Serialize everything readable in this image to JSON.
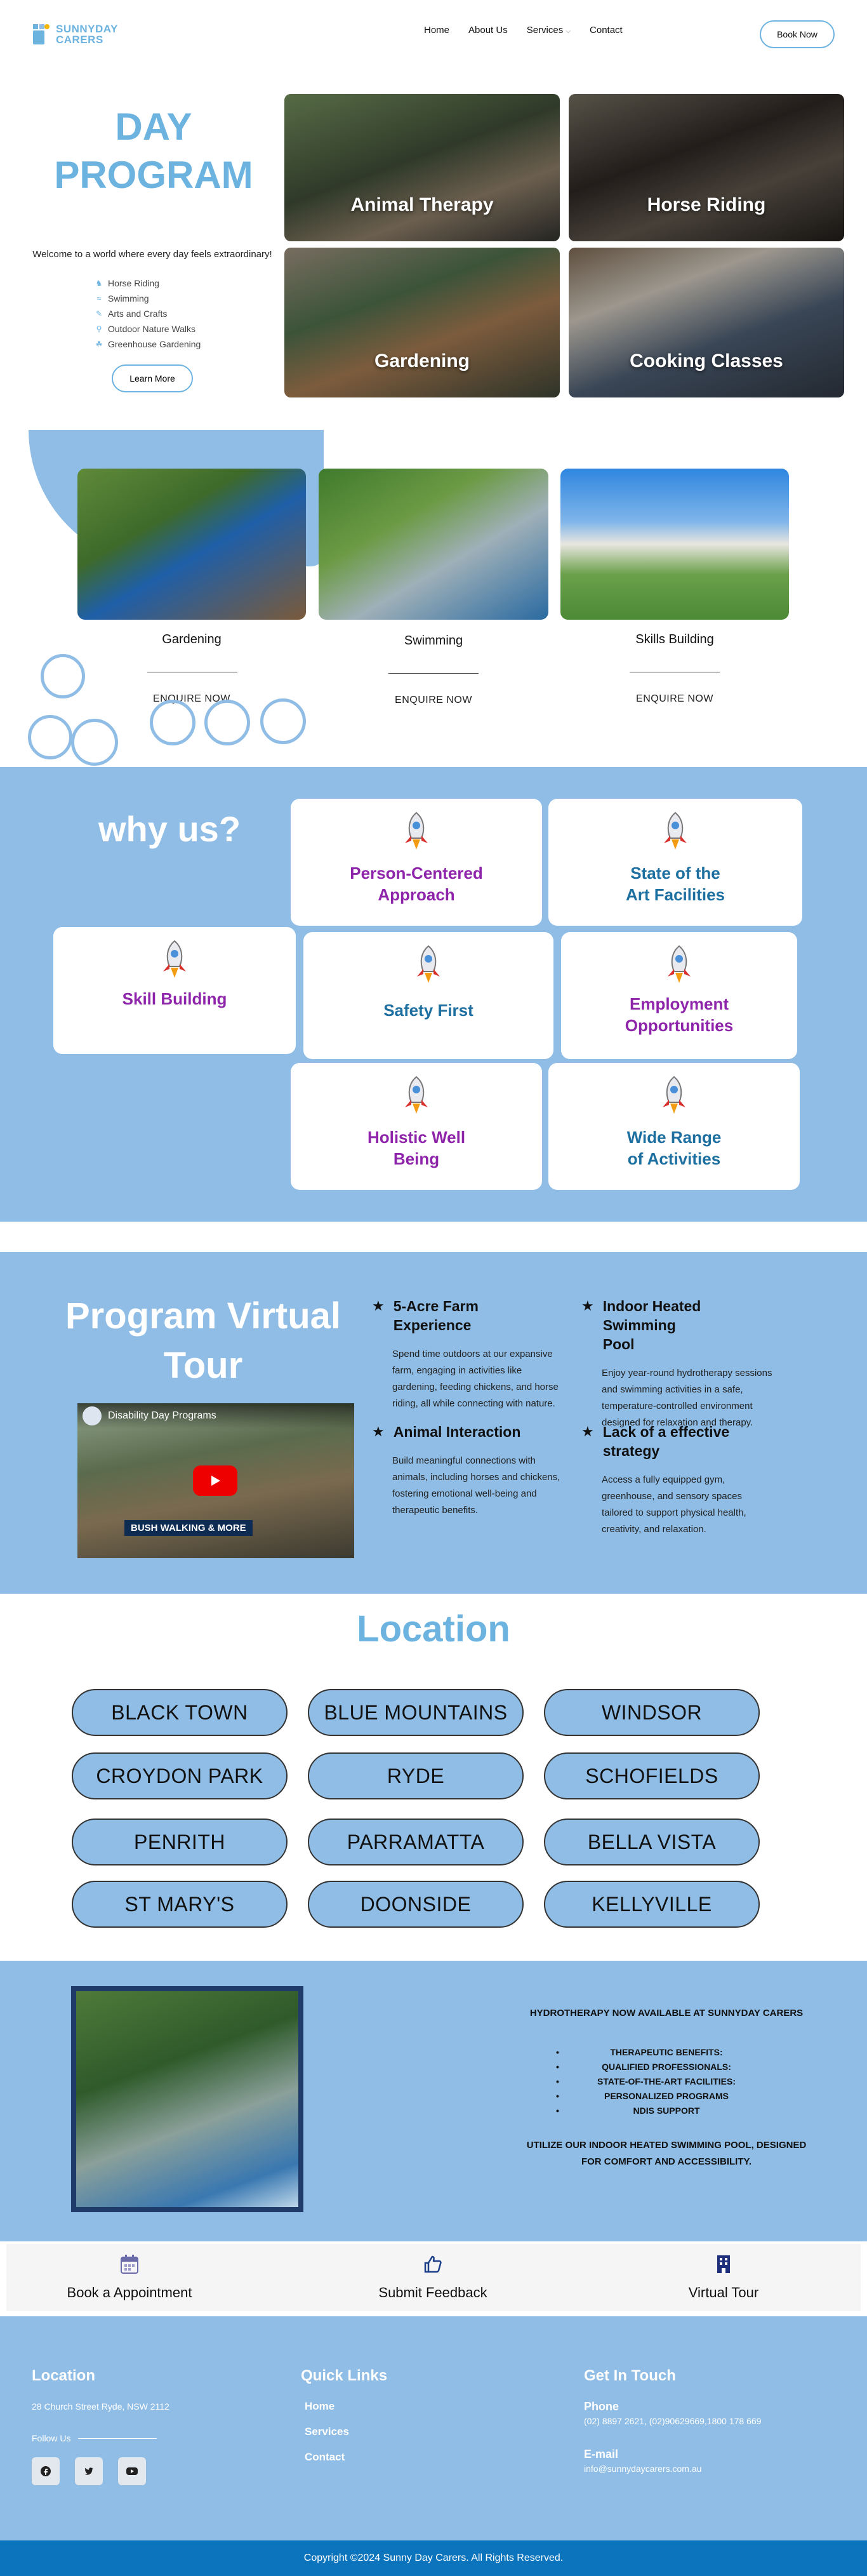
{
  "brand": {
    "line1": "SUNNYDAY",
    "line2": "CARERS"
  },
  "nav": {
    "home": "Home",
    "about": "About Us",
    "services": "Services",
    "contact": "Contact",
    "book": "Book Now"
  },
  "hero": {
    "title_line1": "DAY",
    "title_line2": "PROGRAM",
    "welcome": "Welcome to a world where every day feels extraordinary!",
    "list": [
      "Horse Riding",
      "Swimming",
      "Arts and Crafts",
      "Outdoor Nature Walks",
      "Greenhouse Gardening"
    ],
    "learn_more": "Learn More",
    "tiles": [
      "Animal Therapy",
      "Horse Riding",
      "Gardening",
      "Cooking Classes"
    ]
  },
  "offers": [
    {
      "title": "Gardening",
      "cta": "ENQUIRE NOW"
    },
    {
      "title": "Swimming",
      "cta": "ENQUIRE NOW"
    },
    {
      "title": "Skills Building",
      "cta": "ENQUIRE NOW"
    }
  ],
  "why": {
    "title": "why us?",
    "cards": [
      {
        "l1": "Person-Centered",
        "l2": "Approach"
      },
      {
        "l1": "State of the",
        "l2": "Art Facilities"
      },
      {
        "l1": "Skill Building",
        "l2": ""
      },
      {
        "l1": "Safety First",
        "l2": ""
      },
      {
        "l1": "Employment",
        "l2": "Opportunities"
      },
      {
        "l1": "Holistic Well",
        "l2": "Being"
      },
      {
        "l1": "Wide Range",
        "l2": "of Activities"
      }
    ]
  },
  "tour": {
    "title_line1": "Program Virtual",
    "title_line2": "Tour",
    "video_title": "Disability Day Programs",
    "video_banner": "BUSH WALKING & MORE",
    "features": [
      {
        "h1": "5-Acre Farm",
        "h2": "Experience",
        "body": "Spend time outdoors at our expansive farm, engaging in activities like gardening, feeding chickens, and horse riding, all while connecting with nature."
      },
      {
        "h1": "Indoor Heated Swimming",
        "h2": "Pool",
        "body": "Enjoy year-round hydrotherapy sessions and swimming activities in a safe, temperature-controlled environment designed for relaxation and therapy."
      },
      {
        "h1": "Animal Interaction",
        "h2": "",
        "body": "Build meaningful connections with animals, including horses and chickens, fostering emotional well-being and therapeutic benefits."
      },
      {
        "h1": "Lack of a effective",
        "h2": "strategy",
        "body": "Access a fully equipped gym, greenhouse, and sensory spaces tailored to support physical health, creativity, and relaxation."
      }
    ]
  },
  "location": {
    "title": "Location",
    "places": [
      "BLACK TOWN",
      "BLUE MOUNTAINS",
      "WINDSOR",
      "CROYDON PARK",
      "RYDE",
      "SCHOFIELDS",
      "PENRITH",
      "PARRAMATTA",
      "BELLA VISTA",
      "ST MARY'S",
      "DOONSIDE",
      "KELLYVILLE"
    ]
  },
  "hydro": {
    "heading": "HYDROTHERAPY NOW AVAILABLE AT SUNNYDAY CARERS",
    "benefits": [
      "THERAPEUTIC BENEFITS:",
      "QUALIFIED PROFESSIONALS:",
      "STATE-OF-THE-ART FACILITIES:",
      "PERSONALIZED PROGRAMS",
      "NDIS SUPPORT"
    ],
    "foot_l1": "UTILIZE OUR INDOOR HEATED SWIMMING POOL, DESIGNED",
    "foot_l2": "FOR COMFORT AND ACCESSIBILITY."
  },
  "actions": {
    "appointment": "Book a Appointment",
    "feedback": "Submit Feedback",
    "tour": "Virtual Tour"
  },
  "footer": {
    "location_title": "Location",
    "address": "28 Church Street Ryde, NSW 2112",
    "follow": "Follow Us",
    "quick_title": "Quick Links",
    "links": [
      "Home",
      "Services",
      "Contact"
    ],
    "touch_title": "Get In Touch",
    "phone_label": "Phone",
    "phone": "(02) 8897 2621, (02)90629669,1800 178 669",
    "email_label": "E-mail",
    "email": "info@sunnydaycarers.com.au",
    "copyright": "Copyright ©2024 Sunny Day Carers. All Rights Reserved."
  },
  "colors": {
    "accent": "#6cb3e0",
    "section_bg": "#8fbde6",
    "purple": "#8e24aa",
    "teal": "#1d6fa0",
    "footer_bar": "#0b74bc"
  }
}
